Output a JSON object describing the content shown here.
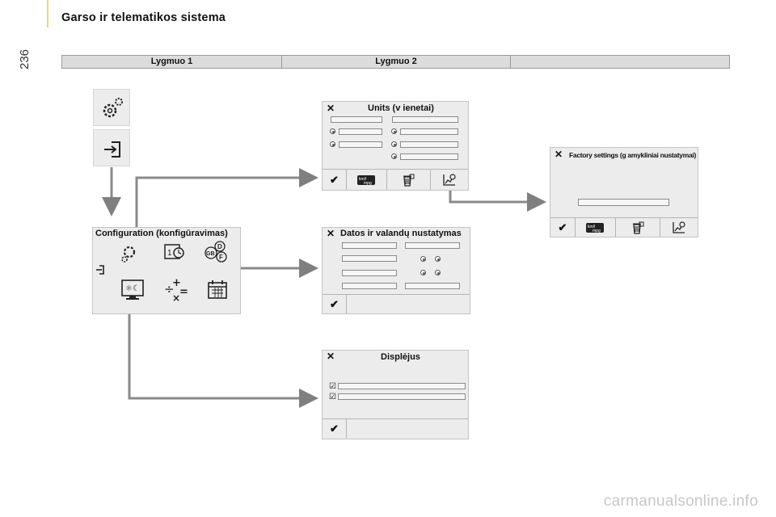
{
  "header": {
    "title": "Garso ir telematikos sistema",
    "page_number": "236"
  },
  "levels": {
    "level1": "Lygmuo 1",
    "level2": "Lygmuo 2",
    "level3": ""
  },
  "menu_tiles": {
    "settings_icon": "gears-icon",
    "enter_icon": "enter-arrow-icon"
  },
  "configuration": {
    "title": "Configuration (konfigūravimas)",
    "icons": [
      "gears-icon",
      "clock-calendar-icon",
      "languages-icon",
      "back-icon",
      "display-icon",
      "calculator-icon",
      "calendar-icon"
    ],
    "lang_codes": [
      "D",
      "GB",
      "F"
    ]
  },
  "units_panel": {
    "title": "Units (v ienetai)"
  },
  "datetime_panel": {
    "title": "Datos ir valandų nustatymas"
  },
  "display_panel": {
    "title": "Displėjus"
  },
  "factory_panel": {
    "title": "Factory settings (g amykliniai nustatymai)"
  },
  "footer_icons": {
    "confirm": "checkmark-icon",
    "units_mode": "km-mpg-icon",
    "reset": "trash-icon",
    "factory": "chart-gear-icon",
    "units_text": "km/l mpg"
  },
  "close_icon": "close-icon",
  "watermark": "carmanualsonline.info"
}
